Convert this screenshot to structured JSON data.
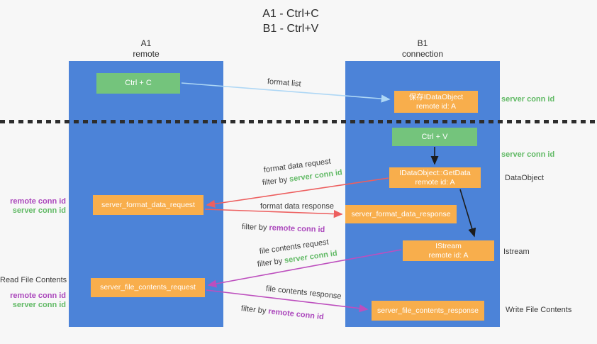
{
  "title": {
    "line1": "A1 - Ctrl+C",
    "line2": "B1 - Ctrl+V"
  },
  "lanes": {
    "left": {
      "name": "A1",
      "subtitle": "remote"
    },
    "right": {
      "name": "B1",
      "subtitle": "connection"
    }
  },
  "boxes": {
    "ctrl_c": {
      "label": "Ctrl + C"
    },
    "save_dataobject": {
      "line1": "保存IDataObject",
      "line2": "remote id: A"
    },
    "ctrl_v": {
      "label": "Ctrl + V"
    },
    "getdata": {
      "line1": "IDataObject::GetData",
      "line2": "remote id: A"
    },
    "format_request": {
      "label": "server_format_data_request"
    },
    "format_response": {
      "label": "server_format_data_response"
    },
    "istream": {
      "line1": "IStream",
      "line2": "remote id: A"
    },
    "file_request": {
      "label": "server_file_contents_request"
    },
    "file_response": {
      "label": "server_file_contents_response"
    }
  },
  "annotations": {
    "server_conn_id_top": "server conn id",
    "server_conn_id_mid": "server conn id",
    "dataobject": "DataObject",
    "istream": "Istream",
    "write_file_contents": "Write File Contents",
    "remote_conn_id_format": "remote conn id",
    "server_conn_id_format": "server conn id",
    "read_file_contents": "Read File Contents",
    "remote_conn_id_file": "remote conn id",
    "server_conn_id_file": "server conn id"
  },
  "arrow_labels": {
    "format_list": "format list",
    "format_data_request": "format data request",
    "format_data_response": "format data response",
    "file_contents_request": "file contents request",
    "file_contents_response": "file contents response",
    "filter_by": "filter by",
    "server_conn_id": "server conn id",
    "remote_conn_id": "remote conn id"
  },
  "colors": {
    "lane_blue": "#4c83d8",
    "box_green": "#74c47c",
    "box_orange": "#f8ae4c",
    "arrow_lightblue": "#aed7f5",
    "arrow_red": "#ed5f5f",
    "arrow_magenta": "#bd4fbe",
    "arrow_black": "#1c1c1c",
    "text_green": "#62ba66",
    "text_purple": "#ab47bc",
    "background": "#f7f7f7"
  }
}
